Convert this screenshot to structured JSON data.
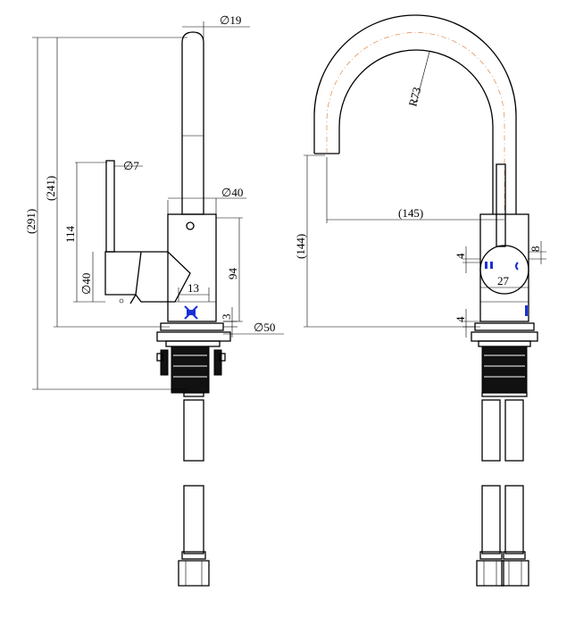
{
  "side_view": {
    "dims": {
      "spout_dia": "∅19",
      "height_291": "(291)",
      "height_241": "(241)",
      "lever_dia": "∅7",
      "body_dia": "∅40",
      "h114": "114",
      "handle_dia": "∅40",
      "h94": "94",
      "w13": "13",
      "h3": "3",
      "base_dia": "∅50"
    }
  },
  "front_view": {
    "dims": {
      "radius": "R73",
      "reach": "(145)",
      "height_144": "(144)",
      "d4a": "4",
      "d8": "8",
      "d27": "27",
      "d4b": "4"
    }
  },
  "colors": {
    "line": "#000000",
    "centerline": "#d9732a",
    "marker": "#1a2fd6"
  }
}
